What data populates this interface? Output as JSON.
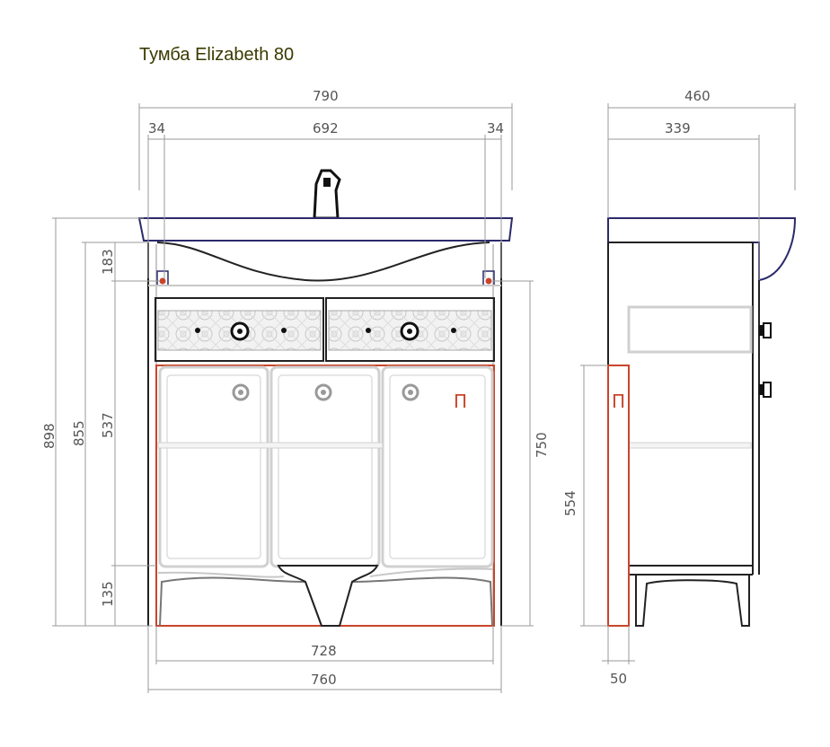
{
  "title": "Тумба Elizabeth 80",
  "colors": {
    "outline": "#222222",
    "dimension": "#9a9a9a",
    "mount_marker": "#c9452a",
    "basin_rim": "#2b2a6b",
    "text": "#555555"
  },
  "marker": "П",
  "front_view": {
    "overall_width": "790",
    "inner_width": "692",
    "left_offset": "34",
    "right_offset": "34",
    "total_height": "898",
    "cabinet_height": "855",
    "basin_depth": "183",
    "door_height": "537",
    "leg_height": "135",
    "mount_height": "750",
    "frame_width": "728",
    "base_width": "760"
  },
  "side_view": {
    "overall_depth": "460",
    "basin_depth": "339",
    "mount_height": "554",
    "panel_thickness": "50"
  }
}
